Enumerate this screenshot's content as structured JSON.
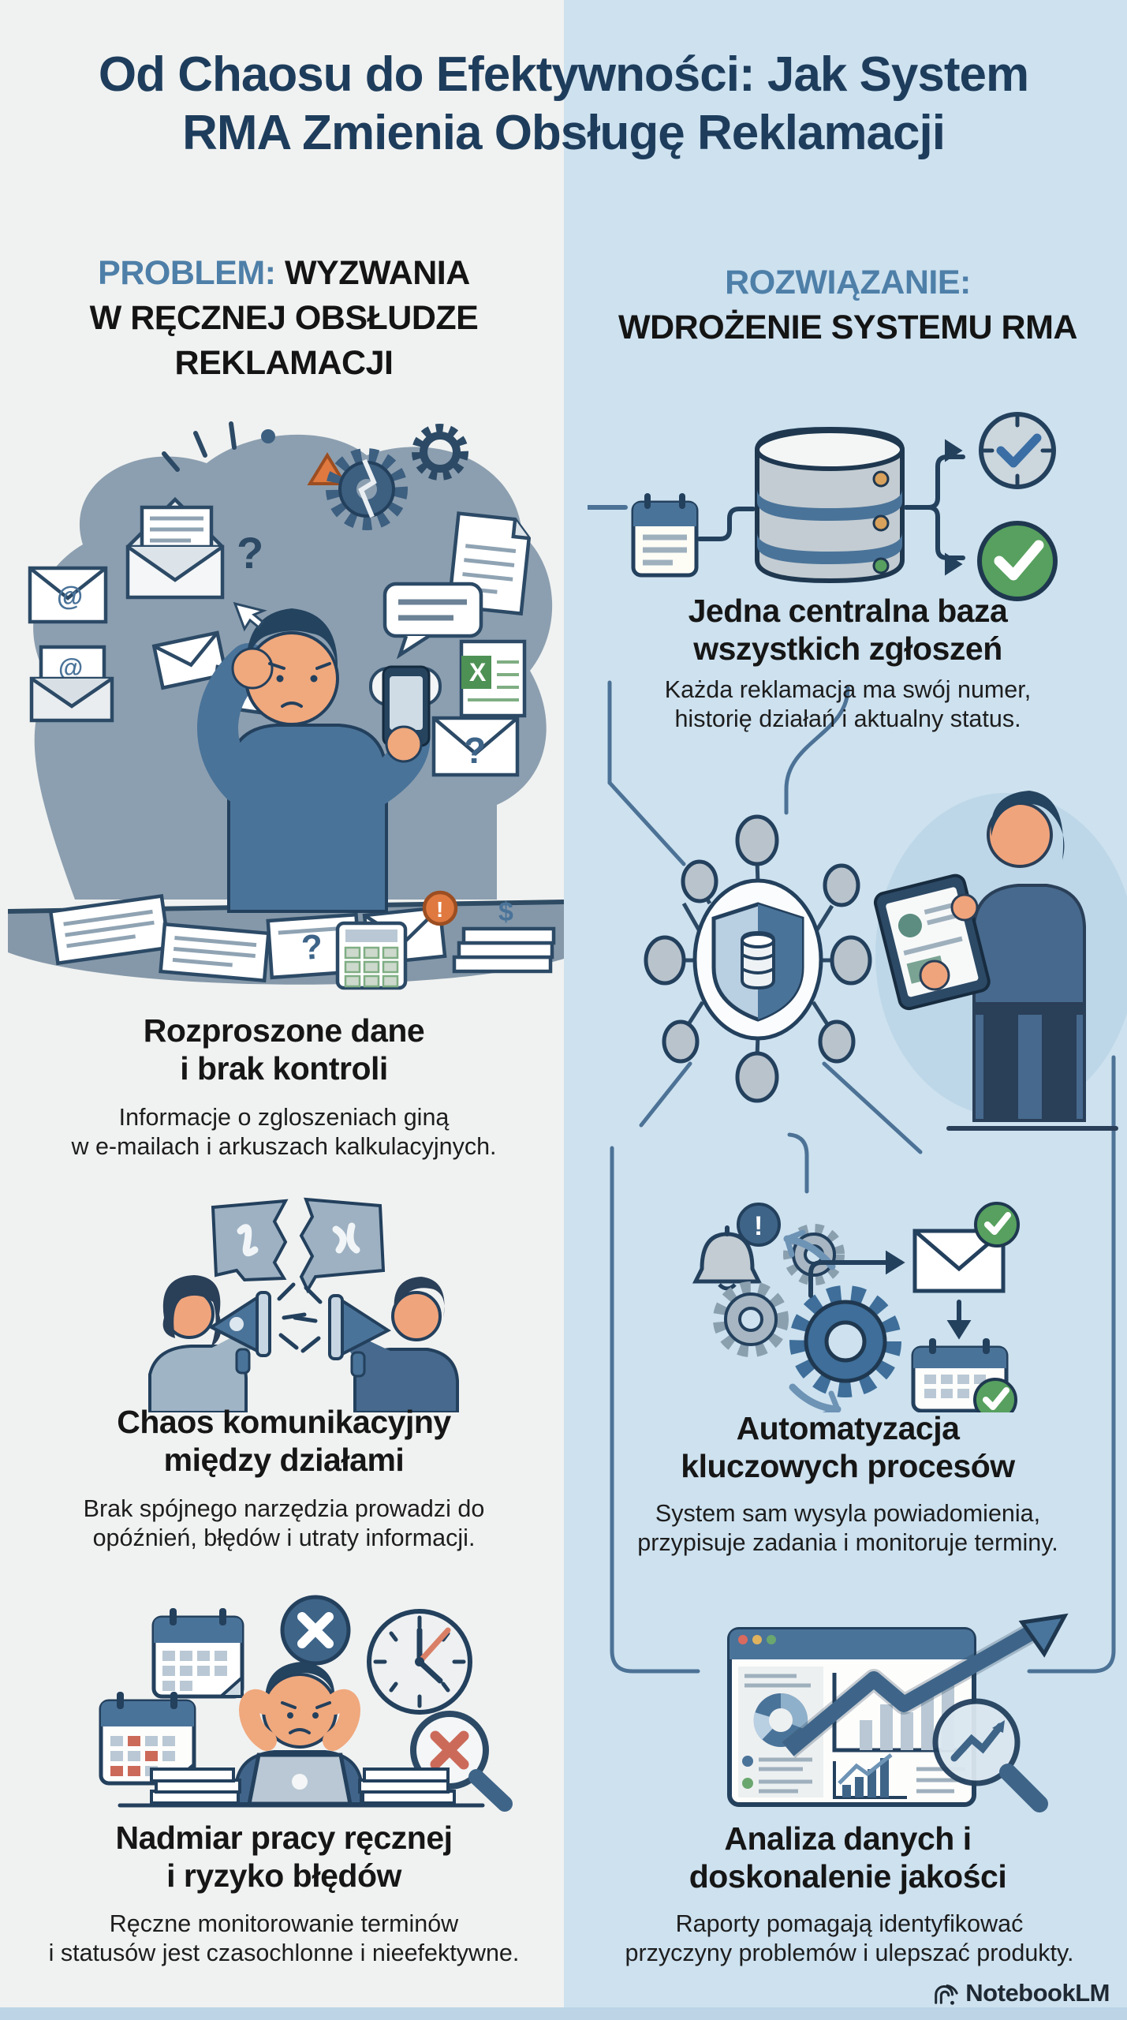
{
  "title": {
    "line1": "Od Chaosu do Efektywności: Jak System",
    "line2": "RMA Zmienia Obsługę Reklamacji"
  },
  "left_column": {
    "header": {
      "line1_accent": "PROBLEM:",
      "line1_rest": " WYZWANIA",
      "line2": "W RĘCZNEJ OBSŁUDZE",
      "line3": "REKLAMACJI"
    },
    "items": [
      {
        "title_line1": "Rozproszone dane",
        "title_line2": "i brak kontroli",
        "desc_line1": "Informacje o zgloszeniach giną",
        "desc_line2": "w e-mailach i arkuszach kalkulacyjnych."
      },
      {
        "title_line1": "Chaos komunikacyjny",
        "title_line2": "między działami",
        "desc_line1": "Brak spójnego narzędzia prowadzi do",
        "desc_line2": "opóźnień, błędów i utraty informacji."
      },
      {
        "title_line1": "Nadmiar pracy ręcznej",
        "title_line2": "i ryzyko błędów",
        "desc_line1": "Ręczne monitorowanie terminów",
        "desc_line2": "i statusów jest czasochlonne i nieefektywne."
      }
    ]
  },
  "right_column": {
    "header": {
      "line1": "ROZWIĄZANIE:",
      "line2": "WDROŻENIE SYSTEMU RMA"
    },
    "items": [
      {
        "title_line1": "Jedna centralna baza",
        "title_line2": "wszystkich zgłoszeń",
        "desc_line1": "Każda reklamacja ma swój numer,",
        "desc_line2": "historię działań i aktualny status."
      },
      {
        "title_line1": "Automatyzacja",
        "title_line2": "kluczowych procesów",
        "desc_line1": "System sam wysyla powiadomienia,",
        "desc_line2": "przypisuje zadania i monitoruje terminy."
      },
      {
        "title_line1": "Analiza danych i",
        "title_line2": "doskonalenie jakości",
        "desc_line1": "Raporty pomagają identyfikować",
        "desc_line2": "przyczyny problemów i ulepszać produkty."
      }
    ]
  },
  "footer": {
    "brand": "NotebookLM"
  },
  "colors": {
    "bg-left": "#f0f2f1",
    "bg-right": "#cde1ef",
    "title-navy": "#1e3d5c",
    "accent": "#4e7fa8",
    "line": "#4c7296",
    "green": "#57a05f",
    "steel": "#4a7399"
  }
}
